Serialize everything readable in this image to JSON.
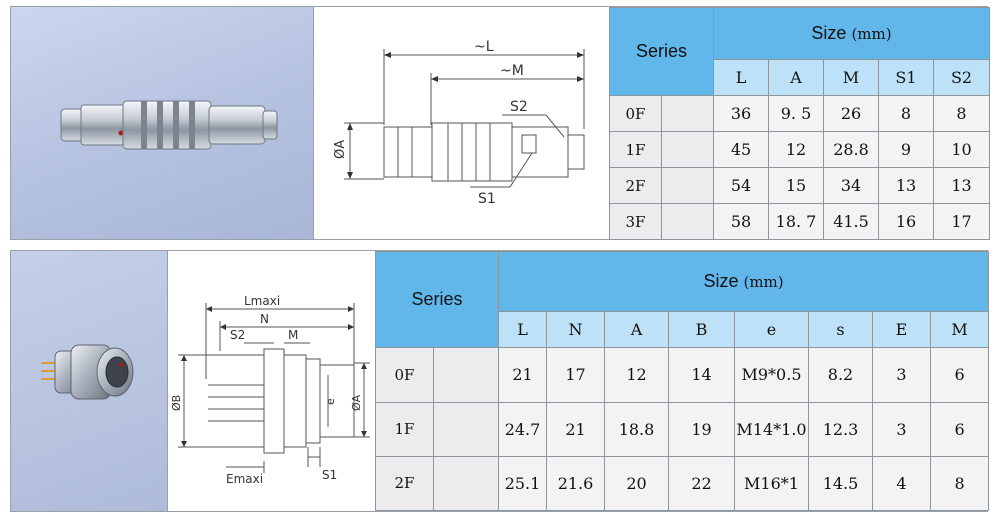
{
  "tables": [
    {
      "series_label": "Series",
      "size_label": "Size",
      "unit_label": "(mm)",
      "columns": [
        "L",
        "A",
        "M",
        "S1",
        "S2"
      ],
      "rows": [
        {
          "series": "0F",
          "values": [
            "36",
            "9. 5",
            "26",
            "8",
            "8"
          ]
        },
        {
          "series": "1F",
          "values": [
            "45",
            "12",
            "28.8",
            "9",
            "10"
          ]
        },
        {
          "series": "2F",
          "values": [
            "54",
            "15",
            "34",
            "13",
            "13"
          ]
        },
        {
          "series": "3F",
          "values": [
            "58",
            "18. 7",
            "41.5",
            "16",
            "17"
          ]
        }
      ],
      "drawing_labels": {
        "L": "~L",
        "M": "~M",
        "S2": "S2",
        "S1": "S1",
        "A": "ØA"
      }
    },
    {
      "series_label": "Series",
      "size_label": "Size",
      "unit_label": "(mm)",
      "columns": [
        "L",
        "N",
        "A",
        "B",
        "e",
        "s",
        "E",
        "M"
      ],
      "rows": [
        {
          "series": "0F",
          "values": [
            "21",
            "17",
            "12",
            "14",
            "M9*0.5",
            "8.2",
            "3",
            "6"
          ]
        },
        {
          "series": "1F",
          "values": [
            "24.7",
            "21",
            "18.8",
            "19",
            "M14*1.0",
            "12.3",
            "3",
            "6"
          ]
        },
        {
          "series": "2F",
          "values": [
            "25.1",
            "21.6",
            "20",
            "22",
            "M16*1",
            "14.5",
            "4",
            "8"
          ]
        }
      ],
      "drawing_labels": {
        "Lmaxi": "Lmaxi",
        "N": "N",
        "S2": "S2",
        "M": "M",
        "B": "ØB",
        "e": "e",
        "A": "ØA",
        "Emaxi": "Emaxi",
        "S1": "S1"
      }
    }
  ]
}
